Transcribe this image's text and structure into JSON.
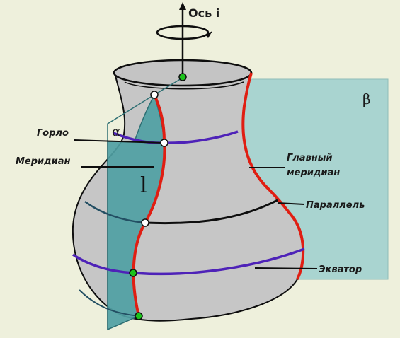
{
  "axis": {
    "label": "Ось i"
  },
  "planes": {
    "alpha": "α",
    "beta": "β"
  },
  "meridian_curve_label": "l",
  "labels": {
    "gorlo": "Горло",
    "meridian": "Меридиан",
    "main_meridian_line1": "Главный",
    "main_meridian_line2": "меридиан",
    "parallel": "Параллель",
    "equator": "Экватор"
  },
  "colors": {
    "background": "#eef0dc",
    "vase_surface": "#c6c6c6",
    "plane_beta": "#a9d4d0",
    "plane_alpha": "#4f9fa3",
    "main_meridian": "#e01e12",
    "parallel_curve": "#4e22b8",
    "contour": "#0e0e0e",
    "point": "#1cc21c"
  }
}
